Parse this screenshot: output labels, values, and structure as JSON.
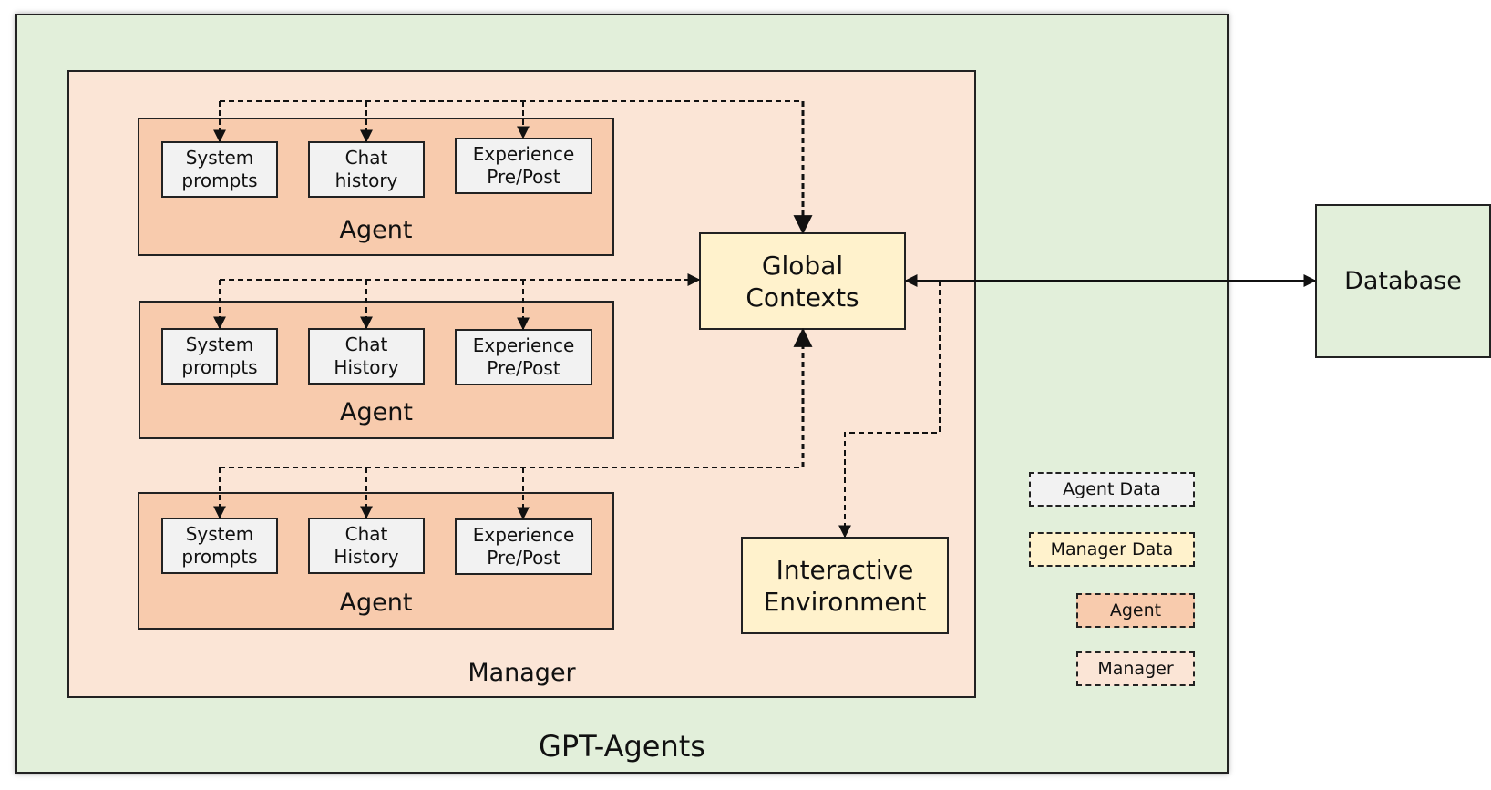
{
  "container": {
    "title": "GPT-Agents"
  },
  "manager": {
    "label": "Manager"
  },
  "agents": [
    {
      "label": "Agent",
      "items": [
        "System\nprompts",
        "Chat\nhistory",
        "Experience\nPre/Post"
      ]
    },
    {
      "label": "Agent",
      "items": [
        "System\nprompts",
        "Chat\nHistory",
        "Experience\nPre/Post"
      ]
    },
    {
      "label": "Agent",
      "items": [
        "System\nprompts",
        "Chat\nHistory",
        "Experience\nPre/Post"
      ]
    }
  ],
  "global_contexts": {
    "label": "Global\nContexts"
  },
  "interactive_environment": {
    "label": "Interactive\nEnvironment"
  },
  "database": {
    "label": "Database"
  },
  "legend": {
    "agent_data": "Agent Data",
    "manager_data": "Manager Data",
    "agent": "Agent",
    "manager": "Manager"
  },
  "colors": {
    "outer_bg": "#e2efda",
    "manager_bg": "#fbe5d6",
    "agent_bg": "#f8cbad",
    "agent_data_bg": "#f2f2f2",
    "manager_data_bg": "#fff2cc"
  }
}
